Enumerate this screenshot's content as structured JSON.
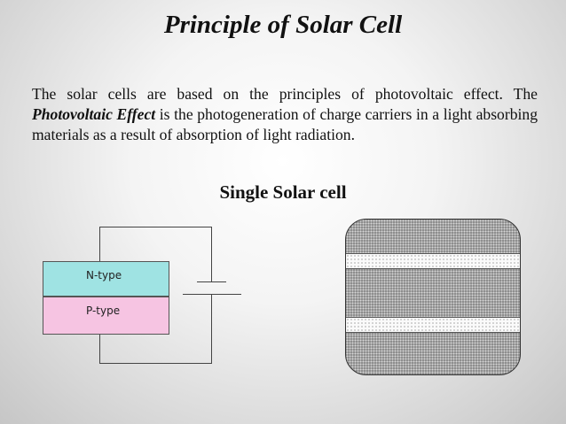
{
  "slide": {
    "title": "Principle of  Solar Cell",
    "paragraph_intro": "The solar  cells are  based   on  the  principles  of photovoltaic effect. The ",
    "paragraph_bold": "Photovoltaic Effect",
    "paragraph_rest": " is the photogeneration of charge carriers in a light absorbing materials as a result of absorption of light radiation.",
    "subtitle": "Single Solar cell"
  },
  "diagram": {
    "n_layer_label": "N-type",
    "p_layer_label": "P-type",
    "colors": {
      "n_layer": "#9fe3e3",
      "p_layer": "#f6c4e2",
      "wire": "#444444",
      "cell_fill": "#8c8c8c",
      "stripe_fill": "#fafafa"
    }
  }
}
